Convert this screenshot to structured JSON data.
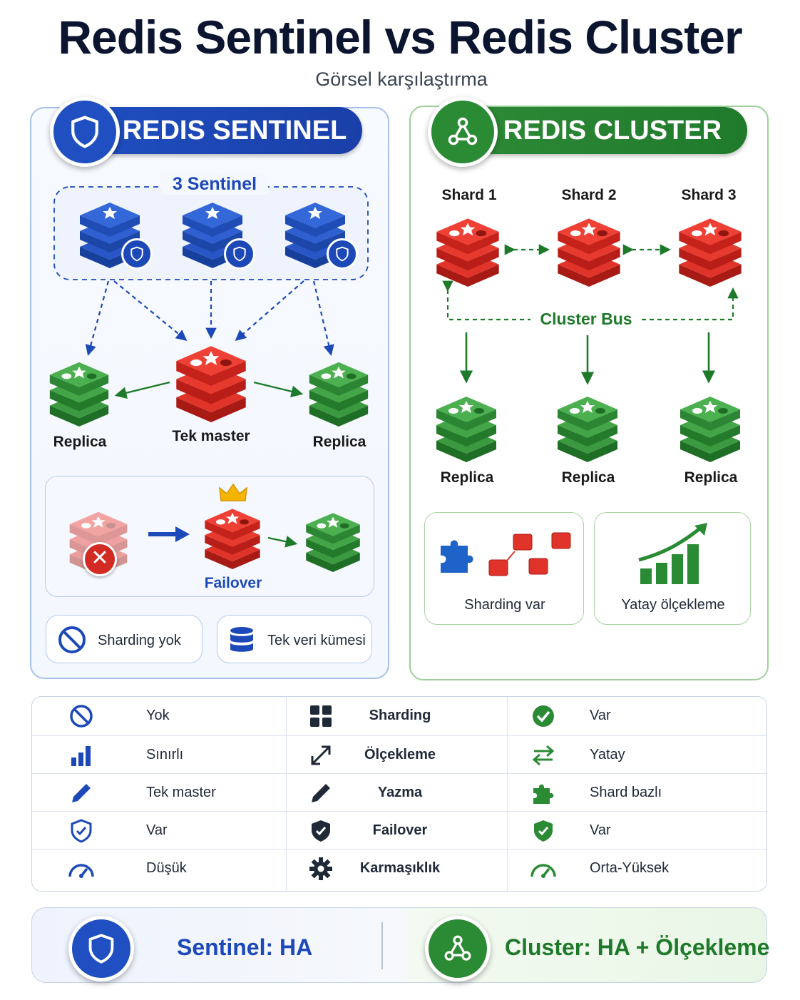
{
  "title": "Redis Sentinel vs Redis Cluster",
  "subtitle": "Görsel karşılaştırma",
  "colors": {
    "blue": "#1d49b8",
    "green": "#1e7a2a",
    "red": "#d32a24"
  },
  "sentinel": {
    "header": "REDIS SENTINEL",
    "header_icon": "shield-icon",
    "group_label": "3 Sentinel",
    "master_label": "Tek master",
    "replica_left_label": "Replica",
    "replica_right_label": "Replica",
    "failover_label": "Failover",
    "features": [
      {
        "icon": "no-entry-icon",
        "label": "Sharding yok"
      },
      {
        "icon": "database-icon",
        "label": "Tek veri kümesi"
      }
    ]
  },
  "cluster": {
    "header": "REDIS CLUSTER",
    "header_icon": "network-icon",
    "shards": [
      "Shard 1",
      "Shard 2",
      "Shard 3"
    ],
    "bus_label": "Cluster Bus",
    "replicas": [
      "Replica",
      "Replica",
      "Replica"
    ],
    "features": [
      {
        "icon": "puzzle-icon",
        "label": "Sharding var"
      },
      {
        "icon": "growth-chart-icon",
        "label": "Yatay ölçekleme"
      }
    ]
  },
  "comparison": [
    {
      "sentinel": "Yok",
      "aspect": "Sharding",
      "cluster": "Var",
      "icons": [
        "no-entry-icon",
        "grid-icon",
        "check-circle-icon"
      ]
    },
    {
      "sentinel": "Sınırlı",
      "aspect": "Ölçekleme",
      "cluster": "Yatay",
      "icons": [
        "bar-chart-icon",
        "expand-icon",
        "horizontal-arrows-icon"
      ]
    },
    {
      "sentinel": "Tek master",
      "aspect": "Yazma",
      "cluster": "Shard bazlı",
      "icons": [
        "pencil-icon",
        "pencil-icon",
        "puzzle-icon"
      ]
    },
    {
      "sentinel": "Var",
      "aspect": "Failover",
      "cluster": "Var",
      "icons": [
        "shield-check-icon",
        "shield-check-icon",
        "shield-check-icon"
      ]
    },
    {
      "sentinel": "Düşük",
      "aspect": "Karmaşıklık",
      "cluster": "Orta-Yüksek",
      "icons": [
        "gauge-icon",
        "gear-icon",
        "gauge-icon"
      ]
    }
  ],
  "footer": {
    "sentinel": "Sentinel: HA",
    "cluster": "Cluster: HA + Ölçekleme"
  }
}
